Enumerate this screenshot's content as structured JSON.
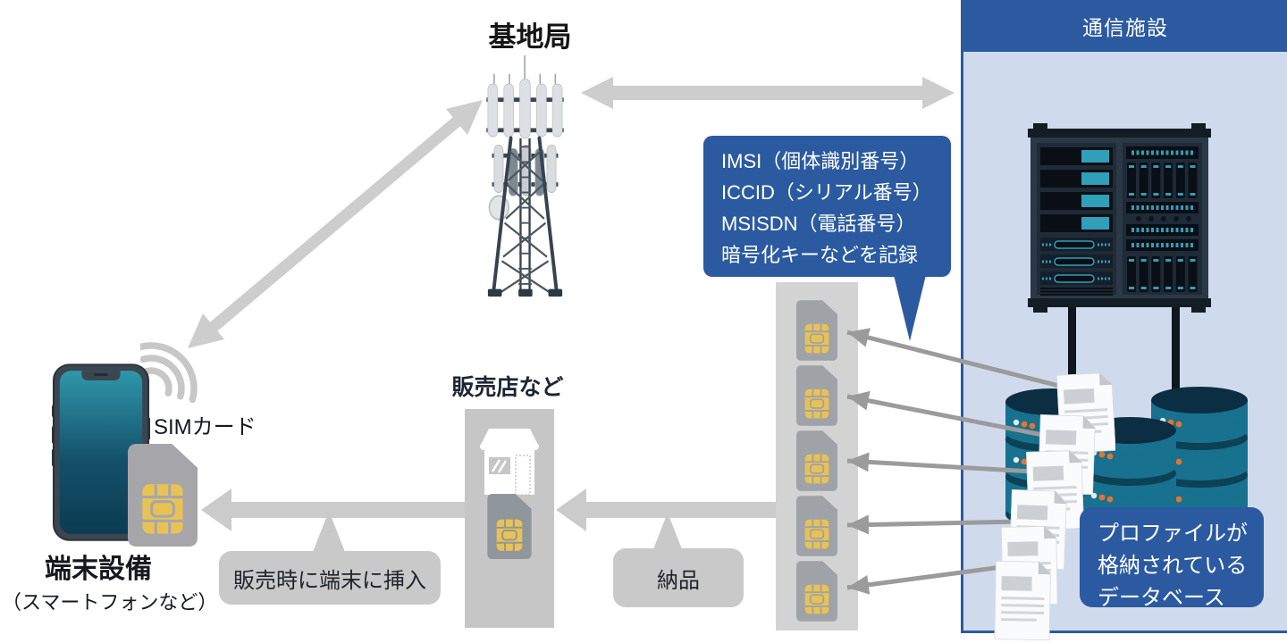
{
  "base_station": {
    "label": "基地局"
  },
  "facility": {
    "title": "通信施設"
  },
  "sim_note": {
    "lines": [
      "IMSI（個体識別番号）",
      "ICCID（シリアル番号）",
      "MSISDN（電話番号）",
      "暗号化キーなどを記録"
    ]
  },
  "device": {
    "sim_label": "SIMカード",
    "label": "端末設備",
    "sublabel": "（スマートフォンなど）"
  },
  "store": {
    "label": "販売店など"
  },
  "flow": {
    "insert_label": "販売時に端末に挿入",
    "delivery_label": "納品"
  },
  "database": {
    "line1": "プロファイルが",
    "line2": "格納されている",
    "line3": "データベース"
  },
  "colors": {
    "accent_blue": "#2b5aa0",
    "panel_bg": "#cfdbec",
    "arrow_gray": "#cdcdcd",
    "thin_arrow_gray": "#9b9b9b",
    "bubble_gray": "#c9c9c9",
    "sim_gold": "#e9c254",
    "db_teal": "#17718f",
    "rack_teal": "#2f9fba"
  }
}
